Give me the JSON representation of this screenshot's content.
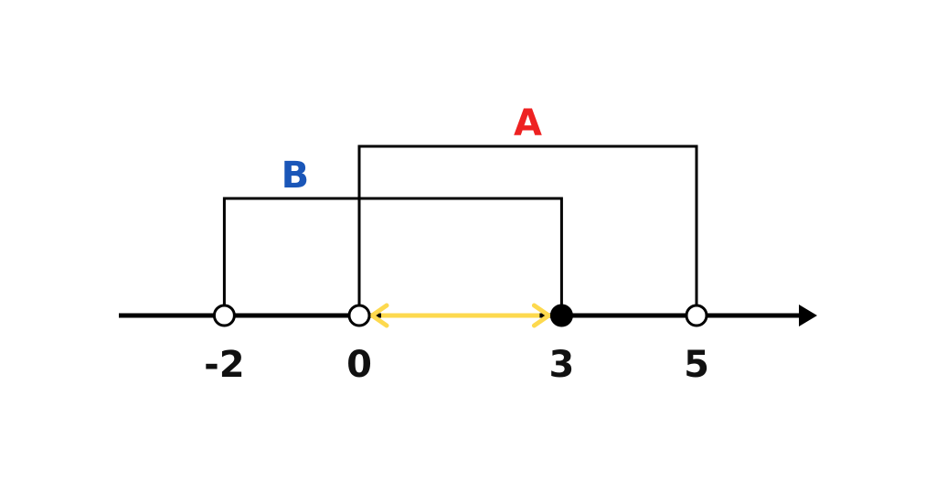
{
  "diagram": {
    "type": "number-line",
    "ticks": [
      {
        "value": -2,
        "label": "-2",
        "point": "open"
      },
      {
        "value": 0,
        "label": "0",
        "point": "open"
      },
      {
        "value": 3,
        "label": "3",
        "point": "closed"
      },
      {
        "value": 5,
        "label": "5",
        "point": "open"
      }
    ],
    "sets": [
      {
        "name": "A",
        "label": "A",
        "from": 0,
        "to": 5,
        "color": "#ee2222",
        "level": 2
      },
      {
        "name": "B",
        "label": "B",
        "from": -2,
        "to": 3,
        "color": "#1a56b8",
        "level": 1
      }
    ],
    "highlight": {
      "from": 0,
      "to": 3,
      "color": "#fdd94e"
    }
  }
}
